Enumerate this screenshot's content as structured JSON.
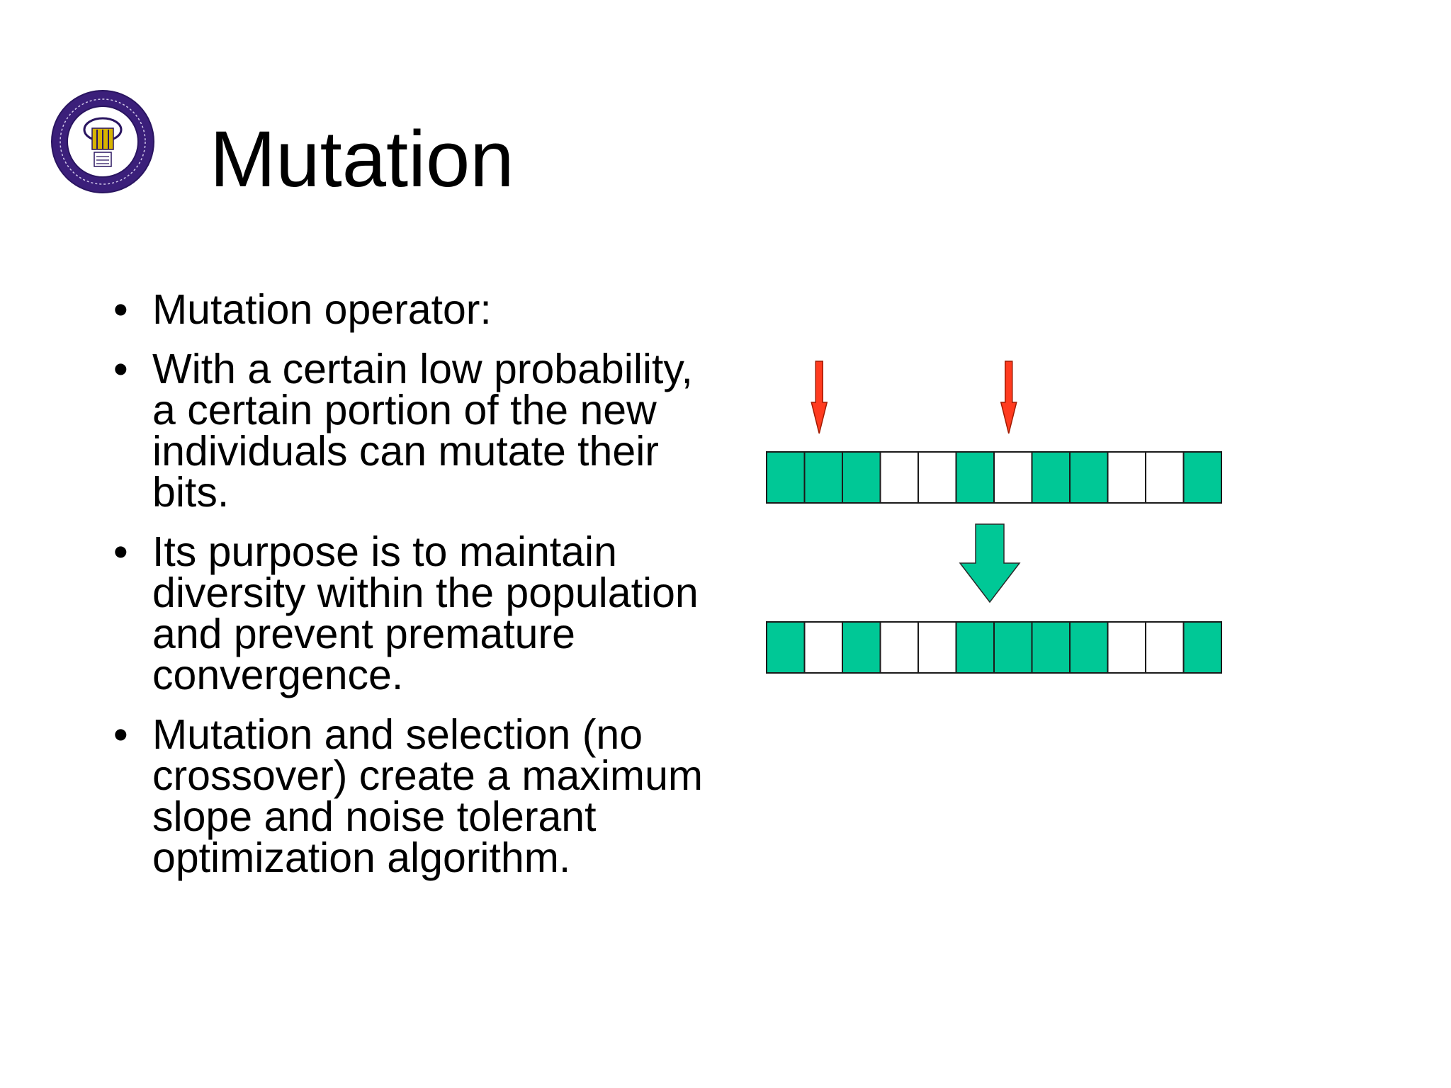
{
  "slide": {
    "title": "Mutation",
    "logo": {
      "name": "university-seal",
      "ring_color": "#3b1f7a",
      "emblem_color": "#d7b400"
    },
    "bullet_symbol": "•",
    "bullets": [
      "Mutation operator:",
      "With a certain low probability, a certain portion of the new individuals can mutate their bits.",
      "Its purpose is to maintain diversity within the population and prevent premature convergence.",
      "Mutation and selection (no crossover) create a maximum slope and noise tolerant optimization algorithm."
    ],
    "diagram": {
      "before_bits": [
        1,
        1,
        1,
        0,
        0,
        1,
        0,
        1,
        1,
        0,
        0,
        1
      ],
      "after_bits": [
        1,
        0,
        1,
        0,
        0,
        1,
        1,
        1,
        1,
        0,
        0,
        1
      ],
      "mutation_positions": [
        1,
        6
      ],
      "colors": {
        "filled": "#00c896",
        "empty": "#ffffff",
        "border": "#1a1a1a",
        "mutation_arrow": "#ff3b1f",
        "transition_arrow": "#00c896"
      }
    }
  }
}
